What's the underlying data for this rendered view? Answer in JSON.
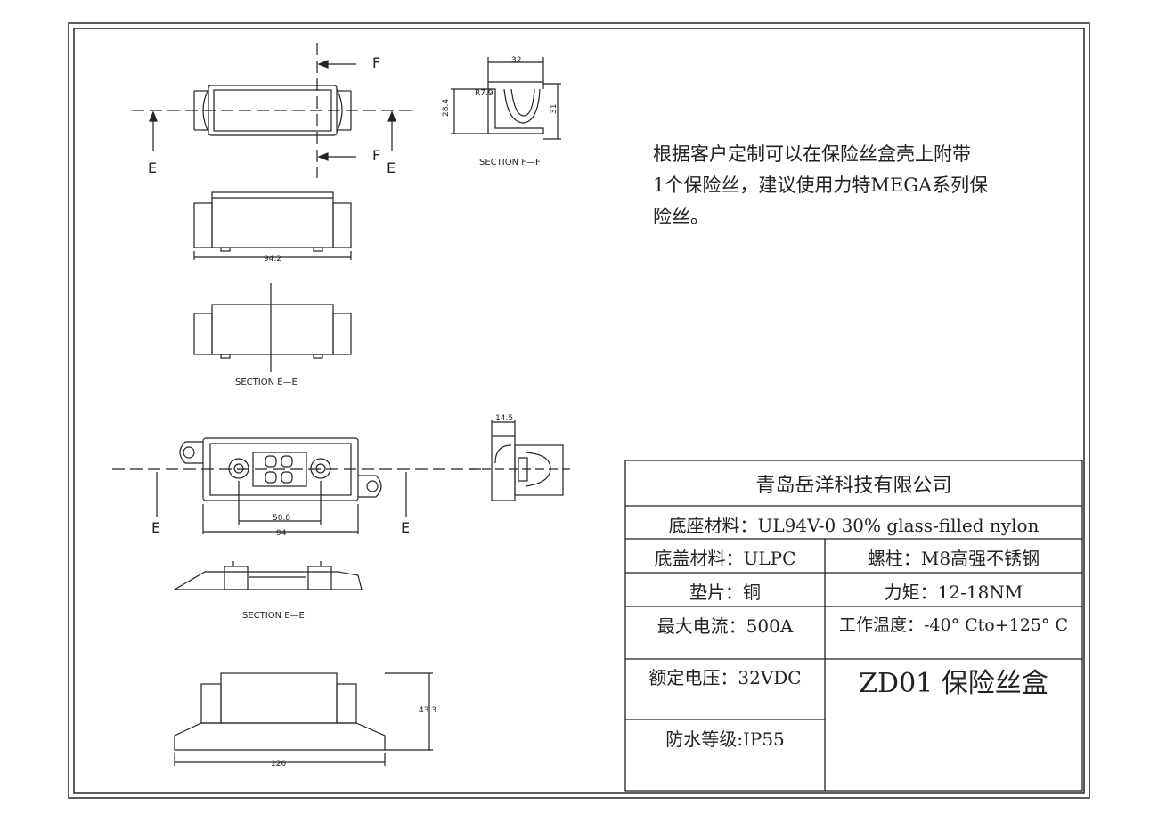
{
  "notes": {
    "line1": "根据客户定制可以在保险丝盒壳上附带",
    "line2": "1个保险丝，建议使用力特MEGA系列保",
    "line3": "险丝。"
  },
  "drawing": {
    "label_F": "F",
    "label_E": "E",
    "section_ff": "SECTION F—F",
    "section_ee": "SECTION E—E",
    "dim_32": "32",
    "dim_r79": "R7.9",
    "dim_284": "28.4",
    "dim_31": "31",
    "dim_942": "94.2",
    "dim_145": "14.5",
    "dim_508": "50.8",
    "dim_94": "94",
    "dim_433": "43.3",
    "dim_126": "126"
  },
  "title_block": {
    "company": "青岛岳洋科技有限公司",
    "base_material": "底座材料：UL94V-0 30% glass-filled nylon",
    "cover_material": "底盖材料：ULPC",
    "stud": "螺柱：M8高强不锈钢",
    "washer": "垫片：铜",
    "torque": "力矩：12-18NM",
    "max_current": "最大电流：500A",
    "temp": "工作温度：-40° Cto+125° C",
    "rated_voltage": "额定电压：32VDC",
    "product": "ZD01 保险丝盒",
    "ip": "防水等级:IP55"
  }
}
